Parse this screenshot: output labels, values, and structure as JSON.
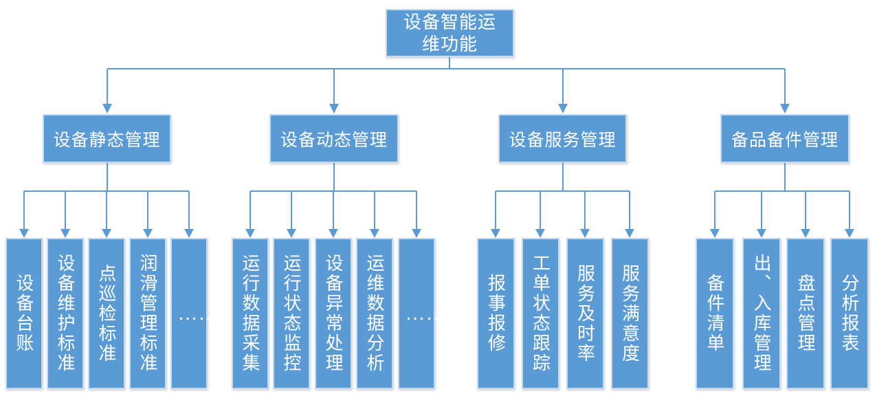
{
  "diagram": {
    "title": "设备智能运维功能",
    "root": {
      "label": "设备智能运维功能",
      "line1": "设备智能运",
      "line2": "维功能"
    },
    "branches": [
      {
        "label": "设备静态管理",
        "children": [
          "设备台账",
          "设备维护标准",
          "点巡检标准",
          "润滑管理标准",
          "……"
        ]
      },
      {
        "label": "设备动态管理",
        "children": [
          "运行数据采集",
          "运行状态监控",
          "设备异常处理",
          "运维数据分析",
          "……"
        ]
      },
      {
        "label": "设备服务管理",
        "children": [
          "报事报修",
          "工单状态跟踪",
          "服务及时率",
          "服务满意度"
        ]
      },
      {
        "label": "备品备件管理",
        "children": [
          "备件清单",
          "出、入库管理",
          "盘点管理",
          "分析报表"
        ]
      }
    ],
    "colors": {
      "node_fill": "#5B9BD5",
      "node_border": "#C7DAEE",
      "connector": "#5B9BD5",
      "text": "#FFFFFF",
      "background": "#FFFFFF"
    }
  }
}
